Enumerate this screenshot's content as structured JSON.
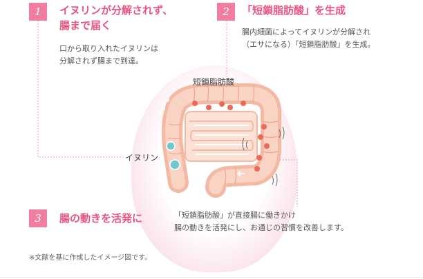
{
  "step1": {
    "number": "1",
    "title": "イヌリンが分解されず、\n腸まで届く",
    "description": "口から取り入れたイヌリンは\n分解されず腸まで到達。"
  },
  "step2": {
    "number": "2",
    "title": "「短鎖脂肪酸」を生成",
    "description": "腸内細菌によってイヌリンが分解され\n（エサになる）「短鎖脂肪酸」を生成。"
  },
  "step3": {
    "number": "3",
    "title": "腸の動きを活発に",
    "description": "「短鎖脂肪酸」が直接腸に働きかけ\n腸の動きを活発にし、お通じの習慣を改善します。"
  },
  "labels": {
    "short_chain_fatty_acid": "短鎖脂肪酸",
    "inulin": "イヌリン"
  },
  "footnote": "※文献を基に作成したイメージ図です。",
  "colors": {
    "accent": "#e8557f",
    "badge": "#f07ea0",
    "intestine": "#f4b9a2",
    "intestine_inner": "#f9d3c3",
    "acid_dot": "#ea6a58",
    "inulin_dot": "#6fc7cf"
  }
}
